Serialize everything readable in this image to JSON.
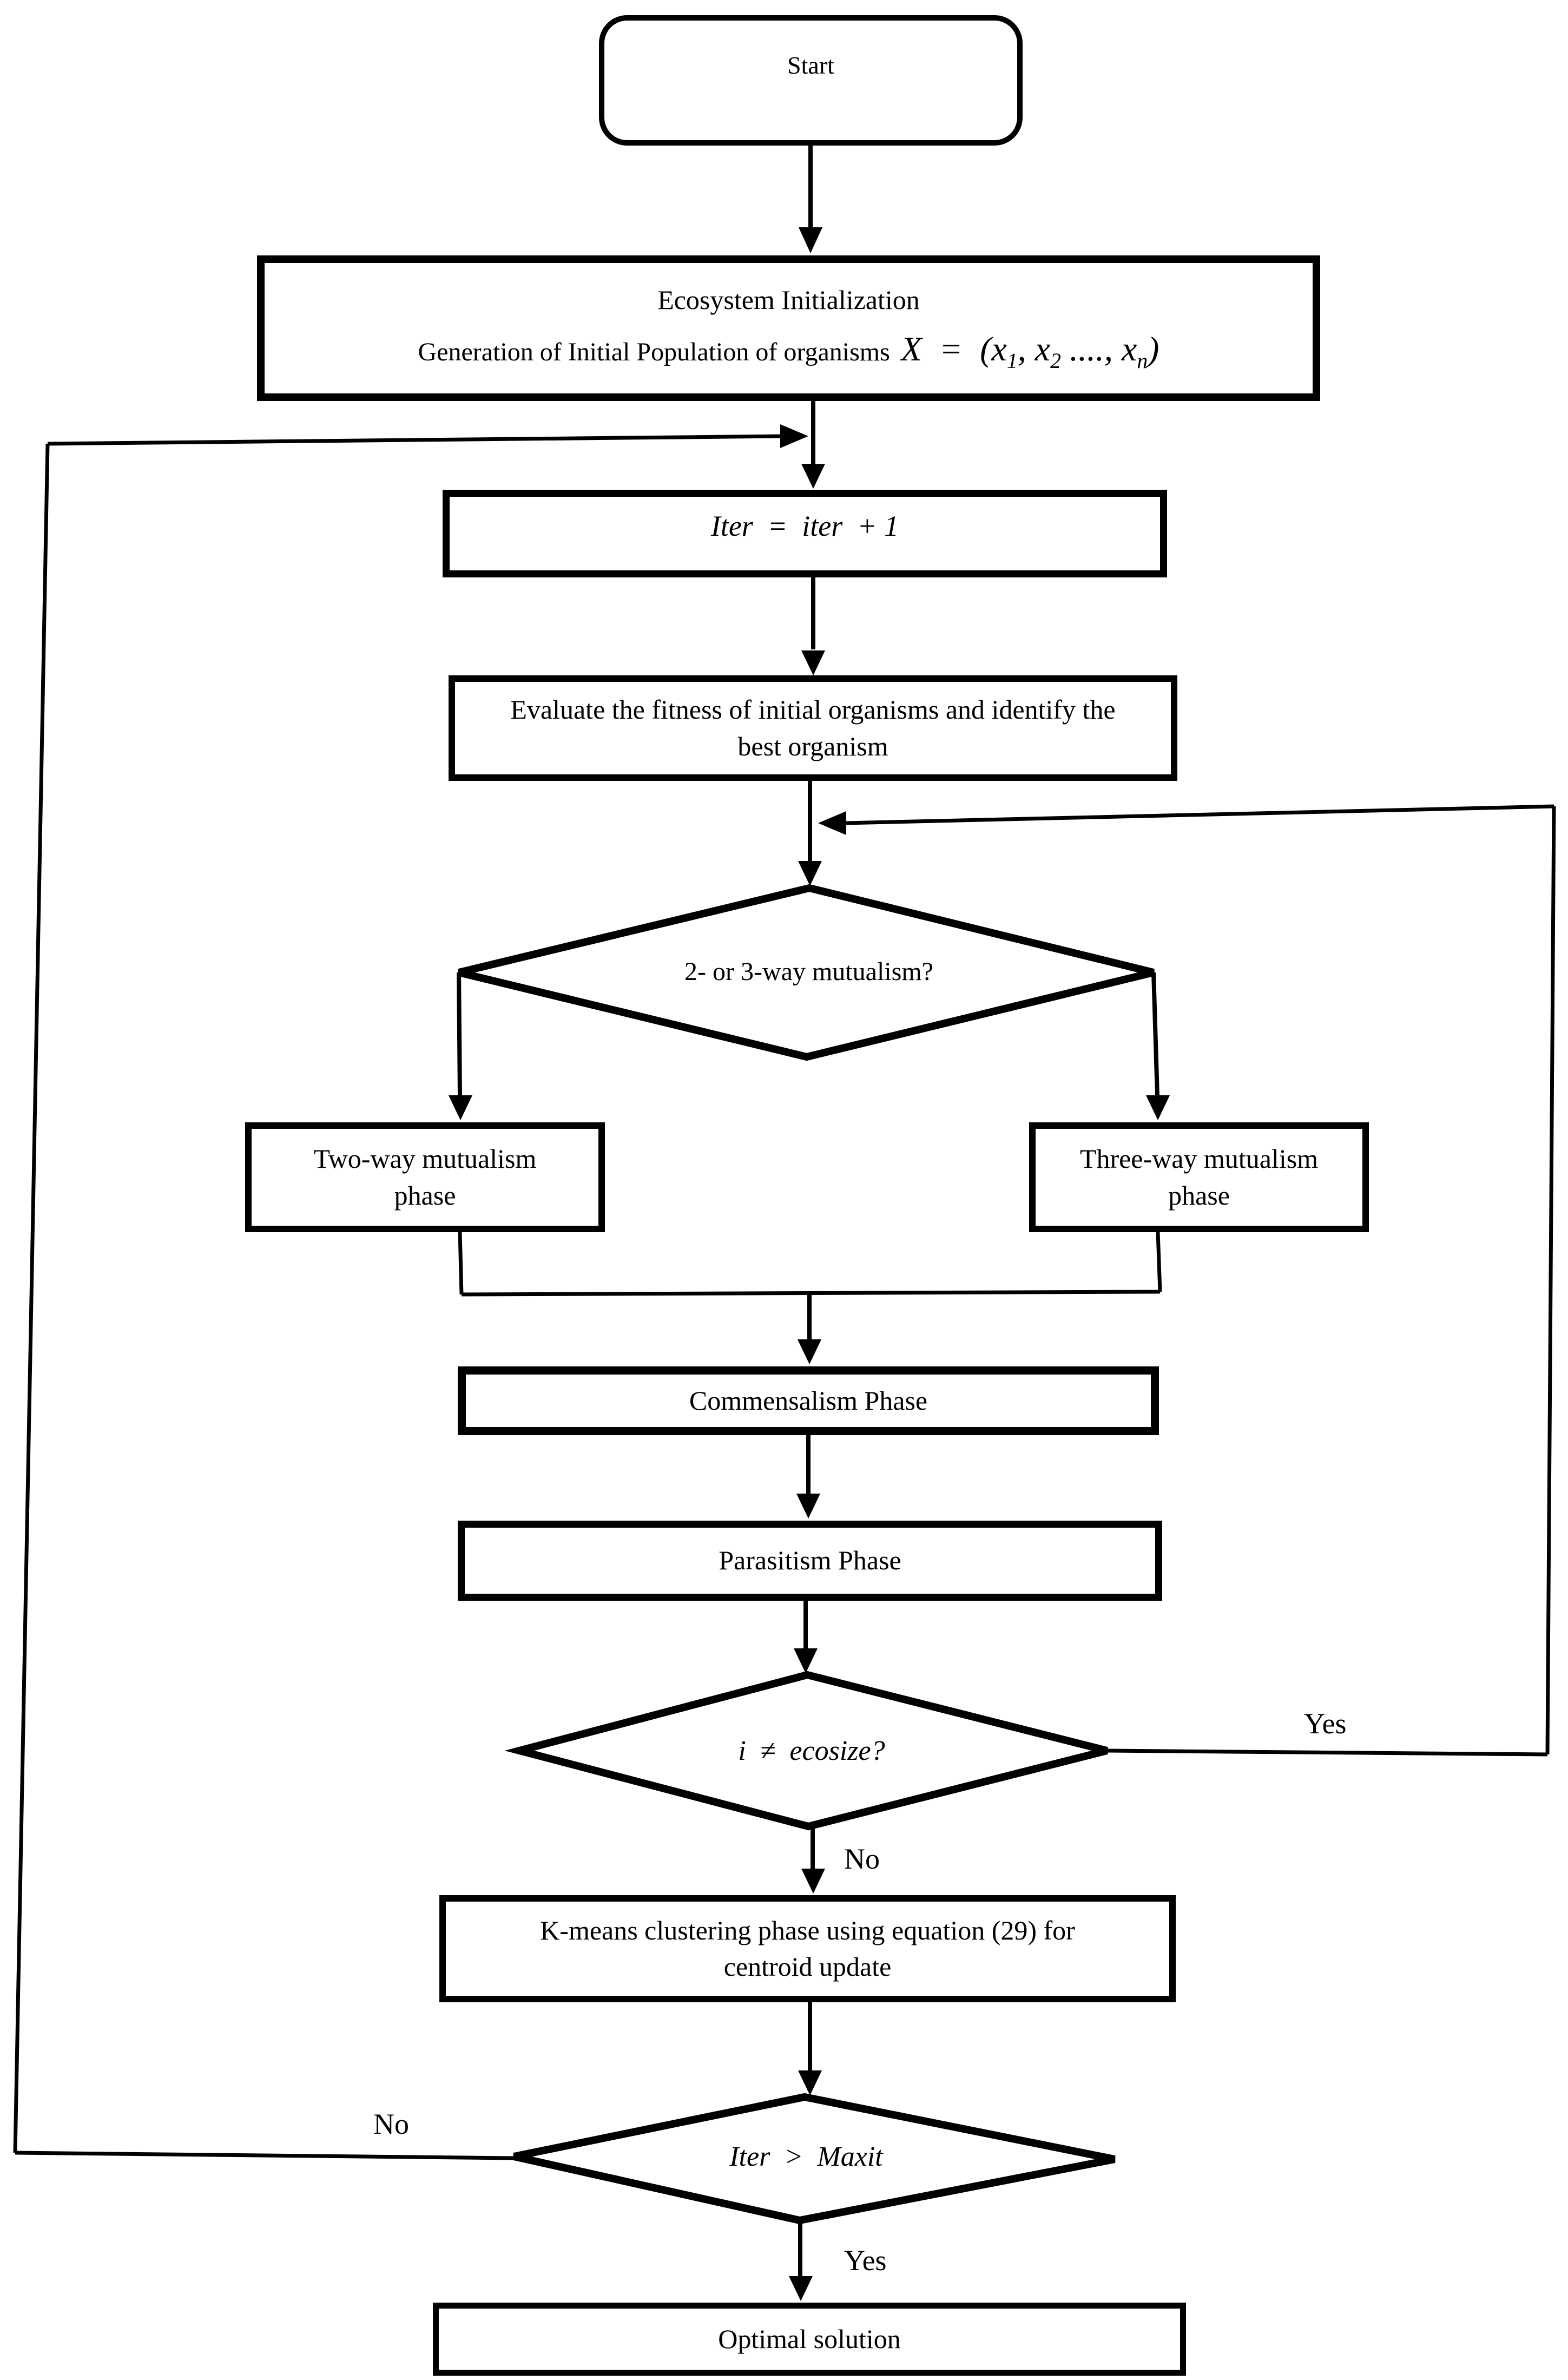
{
  "colors": {
    "ink": "#000000",
    "background": "#ffffff"
  },
  "nodes": {
    "start": {
      "label": "Start"
    },
    "ecosystem": {
      "title": "Ecosystem Initialization",
      "subtitle": "Generation of Initial Population of organisms",
      "formula": {
        "p1": "X  =  (x",
        "s1": "1",
        "p2": ", x",
        "s2": "2",
        "p3": " ...., x",
        "s3": "n",
        "p4": ")"
      }
    },
    "iteration": {
      "label": "Iter  =  iter  + 1"
    },
    "evaluate": {
      "lines": [
        "Evaluate the fitness of initial organisms and identify the",
        "best organism"
      ]
    },
    "mutualism_decision": {
      "label": "2- or 3-way mutualism?"
    },
    "two_way": {
      "lines": [
        "Two-way mutualism",
        "phase"
      ]
    },
    "three_way": {
      "lines": [
        "Three-way mutualism",
        "phase"
      ]
    },
    "commensalism": {
      "label": "Commensalism Phase"
    },
    "parasitism": {
      "label": "Parasitism Phase"
    },
    "ecosize_decision": {
      "label": "i  ≠  ecosize?"
    },
    "kmeans": {
      "lines": [
        "K-means clustering phase using equation (29) for",
        "centroid update"
      ]
    },
    "maxit_decision": {
      "label": "Iter  >  Maxit"
    },
    "optimal": {
      "label": "Optimal solution"
    }
  },
  "edges": {
    "ecosize_yes": "Yes",
    "ecosize_no": "No",
    "maxit_no": "No",
    "maxit_yes": "Yes"
  }
}
